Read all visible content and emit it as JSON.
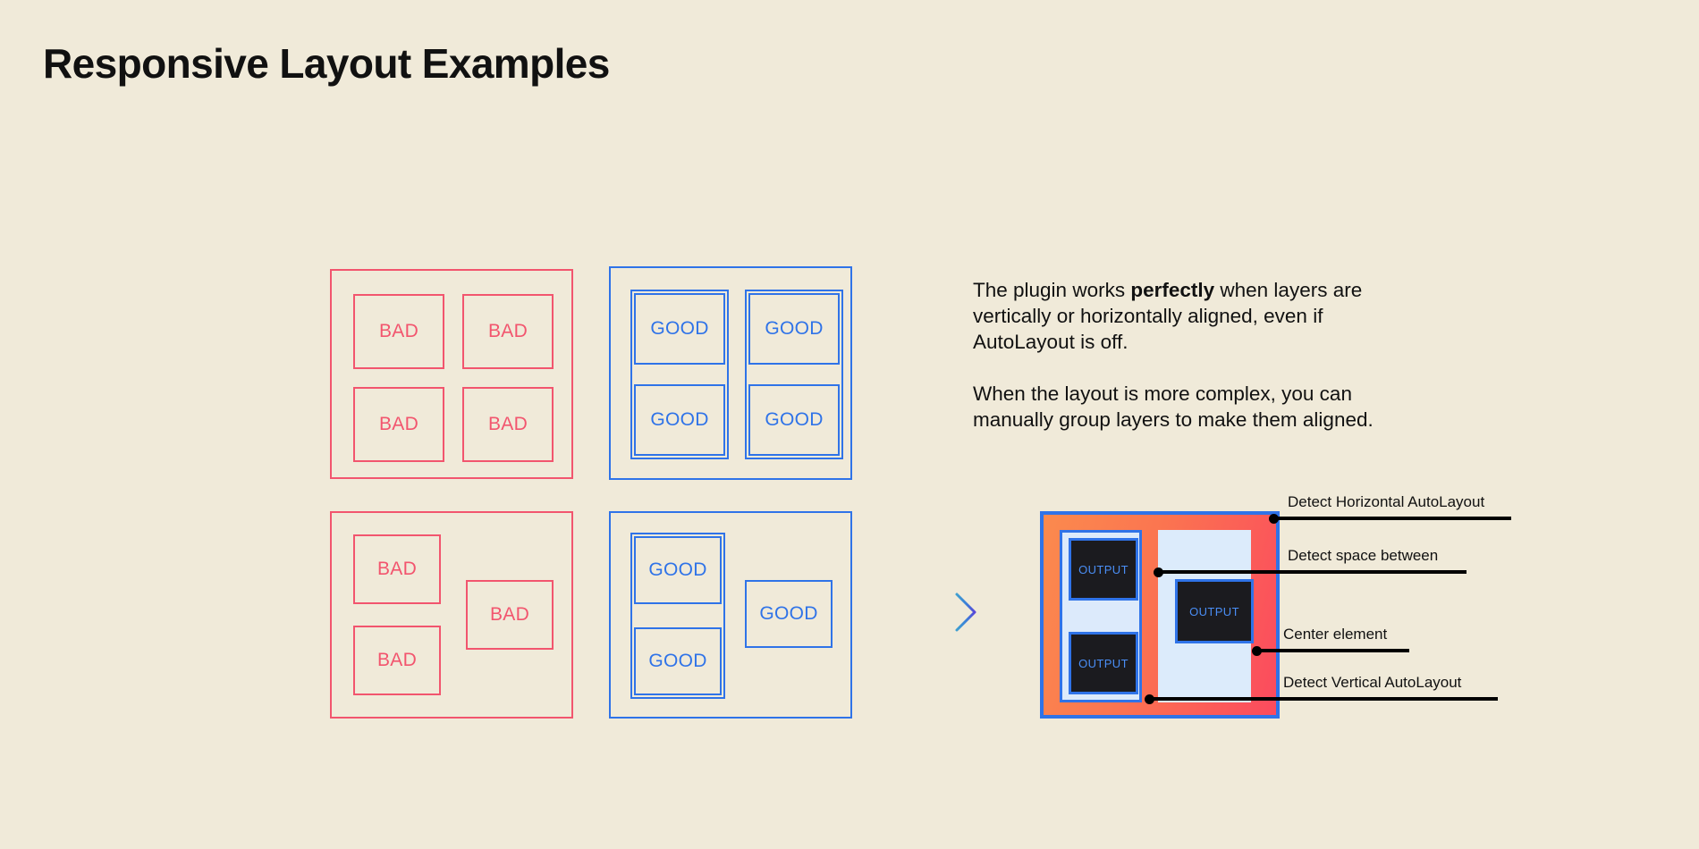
{
  "page": {
    "title": "Responsive Layout Examples",
    "background_color": "#f0ead9"
  },
  "colors": {
    "bad": "#f2556e",
    "good": "#2f73e8",
    "text": "#111111",
    "mockup_orange": "#fb7550",
    "mockup_red": "#fb4a5e",
    "panel_light_blue": "#dceafb",
    "output_dark": "#1b1b1f",
    "output_text": "#4a8ef5"
  },
  "examples": {
    "bad_label": "BAD",
    "good_label": "GOOD",
    "groups": [
      {
        "name": "bad-grid-top",
        "kind": "bad",
        "cells": [
          "BAD",
          "BAD",
          "BAD",
          "BAD"
        ]
      },
      {
        "name": "good-grid-top",
        "kind": "good",
        "cells": [
          "GOOD",
          "GOOD",
          "GOOD",
          "GOOD"
        ]
      },
      {
        "name": "bad-grid-bottom",
        "kind": "bad",
        "cells": [
          "BAD",
          "BAD",
          "BAD"
        ]
      },
      {
        "name": "good-grid-bottom",
        "kind": "good",
        "cells": [
          "GOOD",
          "GOOD",
          "GOOD"
        ]
      }
    ]
  },
  "info": {
    "paragraph1_part1": "The plugin works ",
    "paragraph1_bold": "perfectly",
    "paragraph1_part2": " when layers are vertically or horizontally aligned, even if AutoLayout is off.",
    "paragraph2": "When the layout is more complex, you can manually group layers to make them aligned."
  },
  "arrow": {
    "icon": "dashed-arrow-right-icon"
  },
  "mockup": {
    "output_label": "OUTPUT",
    "outputs": [
      "OUTPUT",
      "OUTPUT",
      "OUTPUT"
    ],
    "annotations": [
      {
        "label": "Detect Horizontal AutoLayout"
      },
      {
        "label": "Detect space between"
      },
      {
        "label": "Center element"
      },
      {
        "label": "Detect Vertical AutoLayout"
      }
    ]
  }
}
